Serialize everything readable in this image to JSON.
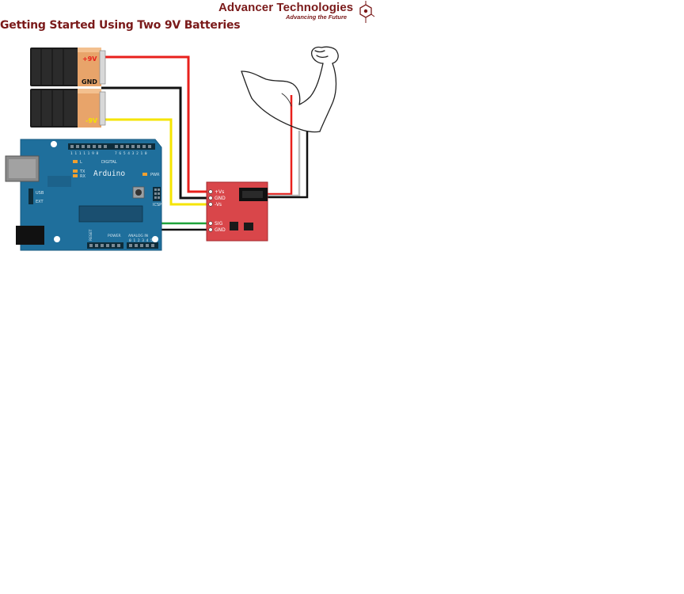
{
  "header": {
    "brand_name": "Advancer Technologies",
    "brand_tagline": "Advancing the Future",
    "brand_logo_icon": "hexagon-molecule-icon",
    "brand_color": "#7a1a1a"
  },
  "title": "Getting Started Using Two 9V Batteries",
  "batteries": {
    "top_label": "+9V",
    "middle_label": "GND",
    "bottom_label": "-9V"
  },
  "arduino": {
    "name": "Arduino",
    "digital_label": "DIGITAL",
    "analog_label": "ANALOG IN",
    "power_label": "POWER",
    "icsp_label": "ICSP",
    "pwr_label": "PWR",
    "tx_label": "TX",
    "rx_label": "RX",
    "l_label": "L",
    "usb_label": "USB",
    "ext_label": "EXT",
    "reset_label": "RESET"
  },
  "sensor": {
    "pin_vplus": "+Vs",
    "pin_gnd": "GND",
    "pin_vminus": "-Vs",
    "pin_sig": "SIG",
    "pin_gnd2": "GND"
  },
  "colors": {
    "wire_red": "#e8201c",
    "wire_black": "#111111",
    "wire_yellow": "#f5e400",
    "wire_green": "#1fa33a",
    "board_blue": "#1f6f9c",
    "sensor_red": "#d9464a",
    "battery_copper": "#e8a46a"
  }
}
